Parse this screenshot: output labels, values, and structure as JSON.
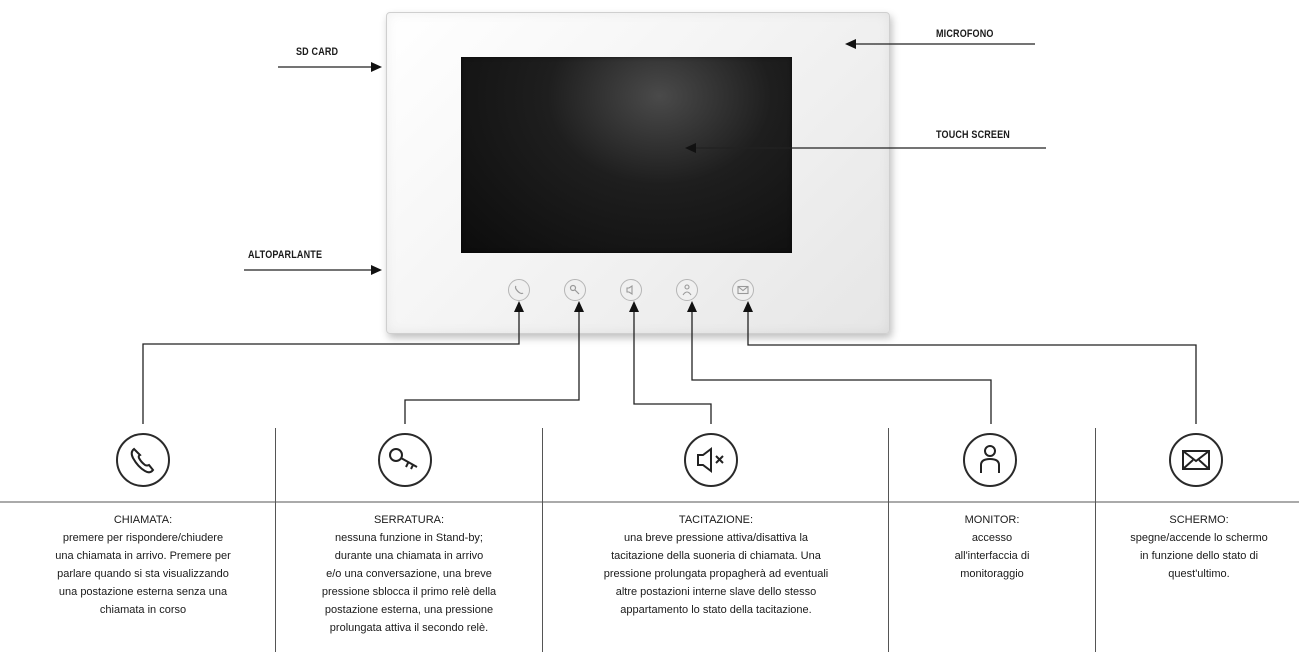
{
  "callouts": {
    "sd_card": "SD CARD",
    "microfono": "MICROFONO",
    "touch_screen": "TOUCH SCREEN",
    "altoparlante": "ALTOPARLANTE"
  },
  "functions": [
    {
      "icon": "phone-icon",
      "title": "CHIAMATA:",
      "lines": [
        "premere per rispondere/chiudere",
        "una chiamata in arrivo. Premere per",
        "parlare quando si sta visualizzando",
        "una postazione esterna senza una",
        "chiamata in corso"
      ]
    },
    {
      "icon": "key-icon",
      "title": "SERRATURA:",
      "lines": [
        "nessuna funzione in Stand-by;",
        "durante una chiamata in arrivo",
        "e/o una conversazione, una breve",
        "pressione sblocca il primo relè della",
        "postazione esterna, una pressione",
        "prolungata attiva il secondo relè."
      ]
    },
    {
      "icon": "mute-speaker-icon",
      "title": "TACITAZIONE:",
      "lines": [
        "una breve pressione attiva/disattiva la",
        "tacitazione della suoneria di chiamata. Una",
        "pressione prolungata propagherà ad eventuali",
        "altre postazioni interne slave dello stesso",
        "appartamento lo stato della tacitazione."
      ]
    },
    {
      "icon": "person-icon",
      "title": "MONITOR:",
      "lines": [
        "accesso",
        "all'interfaccia di",
        "monitoraggio"
      ]
    },
    {
      "icon": "envelope-icon",
      "title": "SCHERMO:",
      "lines": [
        "spegne/accende lo schermo",
        "in funzione dello stato di",
        "quest'ultimo."
      ]
    }
  ]
}
